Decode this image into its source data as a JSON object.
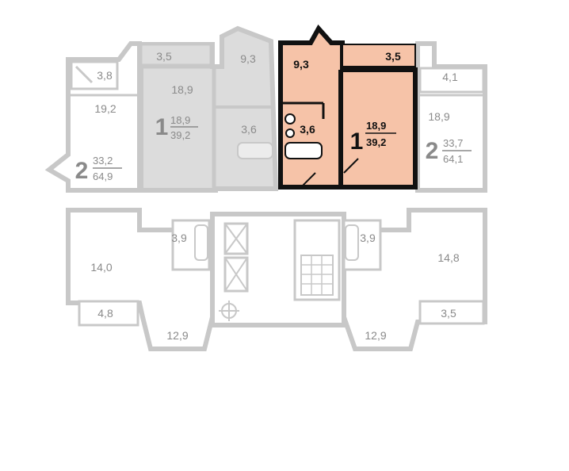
{
  "colors": {
    "wall": "#c8c8c8",
    "room_fill": "#ffffff",
    "unit_gray": "#dcdcdc",
    "highlight_fill": "#f6c3a8",
    "highlight_wall": "#111111"
  },
  "room_labels": {
    "r_3_8": "3,8",
    "r_3_5_tl": "3,5",
    "r_9_3_gray": "9,3",
    "r_9_3_hi": "9,3",
    "r_3_5_hi": "3,5",
    "r_4_1": "4,1",
    "r_18_9_top": "18,9",
    "r_19_2": "19,2",
    "r_18_9_right": "18,9",
    "r_3_6_gray": "3,6",
    "r_3_6_hi": "3,6",
    "r_3_9_l": "3,9",
    "r_3_9_r": "3,9",
    "r_14_0": "14,0",
    "r_14_8": "14,8",
    "r_4_8": "4,8",
    "r_3_5_br": "3,5",
    "r_12_9_l": "12,9",
    "r_12_9_r": "12,9"
  },
  "apartments": {
    "left_2": {
      "rooms": "2",
      "living": "33,2",
      "total": "64,9"
    },
    "gray_1": {
      "rooms": "1",
      "living": "18,9",
      "total": "39,2"
    },
    "hi_1": {
      "rooms": "1",
      "living": "18,9",
      "total": "39,2"
    },
    "right_2": {
      "rooms": "2",
      "living": "33,7",
      "total": "64,1"
    }
  }
}
